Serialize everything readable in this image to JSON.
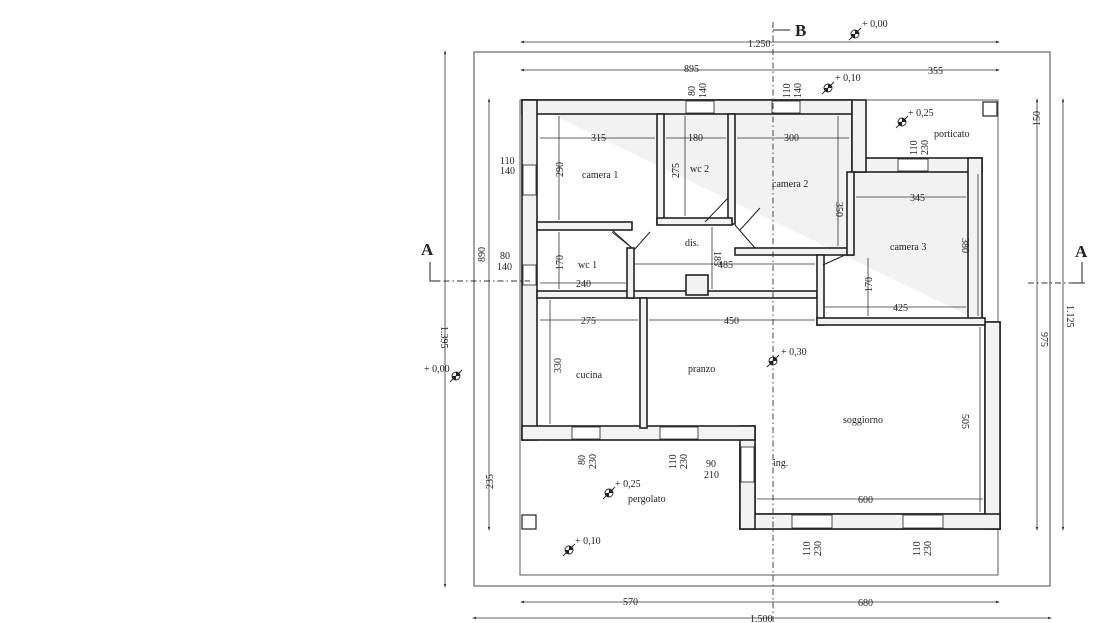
{
  "sections": {
    "a_left": "A",
    "a_right": "A",
    "b_top": "B"
  },
  "rooms": {
    "camera1": "camera 1",
    "wc2": "wc 2",
    "camera2": "camera 2",
    "porticato": "porticato",
    "camera3": "camera 3",
    "dis": "dis.",
    "wc1": "wc 1",
    "cucina": "cucina",
    "pranzo": "pranzo",
    "soggiorno": "soggiorno",
    "ing": "ing.",
    "pergolato": "pergolato"
  },
  "dimensions": {
    "top_total": "1.250",
    "top_895": "895",
    "top_355": "355",
    "bottom_570": "570",
    "bottom_680": "680",
    "bottom_total": "1.500",
    "left_1395": "1.395",
    "left_890": "890",
    "left_235": "235",
    "right_150": "150",
    "right_975": "975",
    "right_1125": "1.125",
    "c1_w": "315",
    "c1_h": "290",
    "wc2_w": "180",
    "wc2_h": "275",
    "c2_w": "300",
    "c2_h": "350",
    "c3_w": "345",
    "c3_h": "380",
    "c3_170": "170",
    "c3_425": "425",
    "dis_185": "185",
    "dis_485": "485",
    "wc1_170": "170",
    "wc1_240": "240",
    "cucina_w": "275",
    "cucina_h": "330",
    "pranzo_w": "450",
    "sogg_h": "505",
    "sogg_w": "600"
  },
  "openings": {
    "w_c1_a": "110",
    "w_c1_b": "140",
    "w_wc2_a": "80",
    "w_wc2_b": "140",
    "w_c2_a": "110",
    "w_c2_b": "140",
    "w_port_a": "110",
    "w_port_b": "230",
    "w_wc1_a": "80",
    "w_wc1_b": "140",
    "w_cuc_a": "80",
    "w_cuc_b": "230",
    "w_pra_a": "110",
    "w_pra_b": "230",
    "d_ing_a": "90",
    "d_ing_b": "210",
    "w_s1_a": "110",
    "w_s1_b": "230",
    "w_s2_a": "110",
    "w_s2_b": "230"
  },
  "levels": {
    "top_000": "+ 0,00",
    "top_010": "+ 0,10",
    "porticato_025": "+ 0,25",
    "left_000": "+ 0,00",
    "center_030": "+ 0,30",
    "pergolato_025": "+ 0,25",
    "pergolato_010": "+ 0,10"
  }
}
